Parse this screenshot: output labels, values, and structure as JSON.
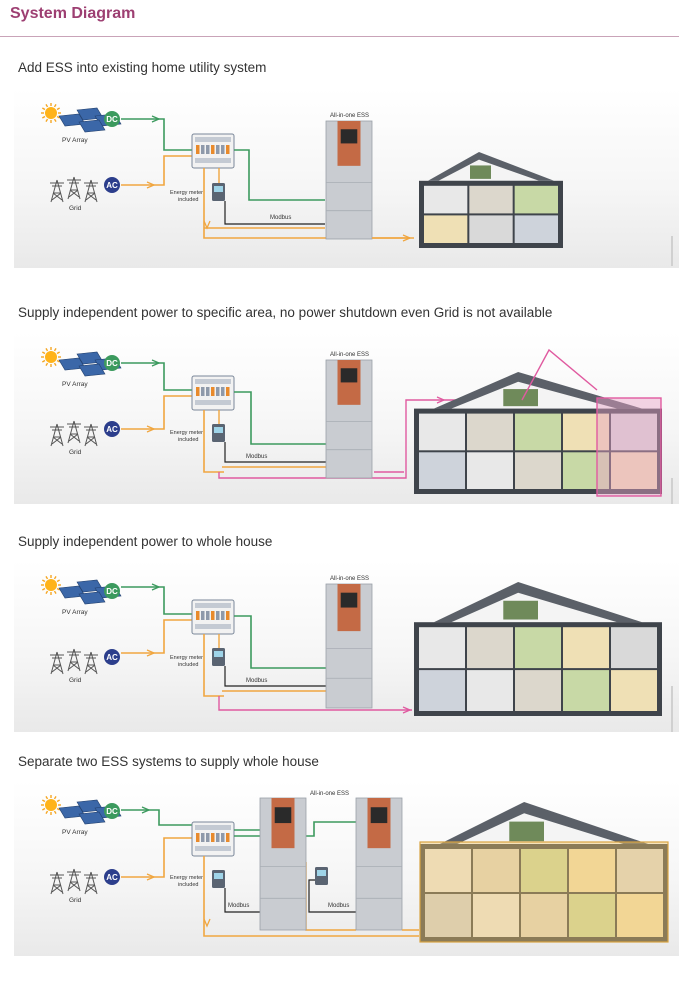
{
  "header": {
    "title": "System Diagram"
  },
  "sections": [
    {
      "title": "Add ESS into existing home utility system"
    },
    {
      "title": "Supply independent power to specific area, no power shutdown even Grid is not available"
    },
    {
      "title": "Supply independent power to whole house"
    },
    {
      "title": "Separate two ESS systems to supply whole house"
    }
  ],
  "labels": {
    "pv": "PV Array",
    "grid": "Grid",
    "dc": "DC",
    "ac": "AC",
    "meter_line1": "Energy meter",
    "meter_line2": "included",
    "modbus": "Modbus",
    "ess": "All-in-one ESS"
  },
  "colors": {
    "brand": "#9d3f72",
    "dc_line": "#3c9a5e",
    "ac_line": "#f0a640",
    "backup_line": "#e05aa0",
    "modbus_line": "#222222",
    "ac_badge": "#2c3e8c",
    "dc_badge": "#3c9a5e"
  }
}
